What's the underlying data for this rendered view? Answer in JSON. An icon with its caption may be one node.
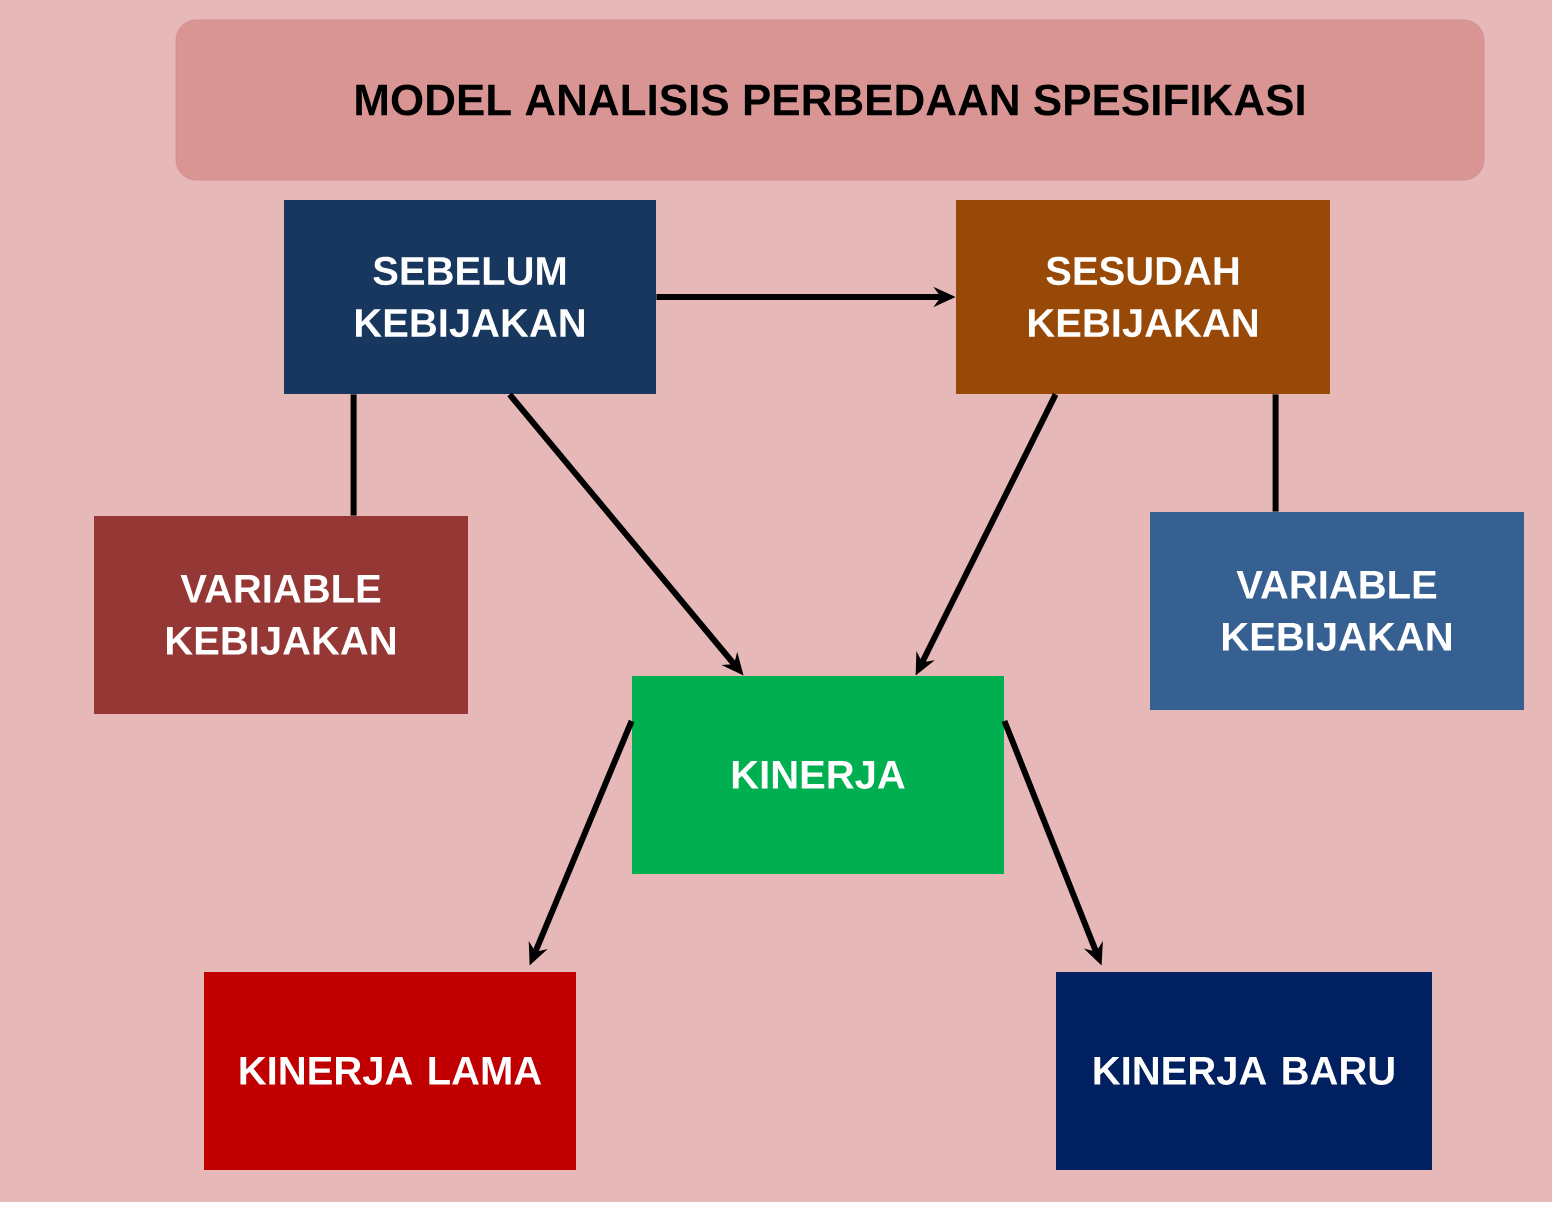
{
  "diagram": {
    "title": "MODEL ANALISIS PERBEDAAN SPESIFIKASI",
    "nodes": [
      {
        "text": [
          "SEBELUM KEBIJAKAN"
        ]
      },
      {
        "text": [
          "SESUDAH KEBIJAKAN"
        ]
      },
      {
        "text": [
          "VARIABLE KEBIJAKAN"
        ]
      },
      {
        "text": [
          "VARIABLE KEBIJAKAN"
        ]
      },
      {
        "text": [
          "KINERJA"
        ]
      },
      {
        "text": [
          "KINERJA LAMA"
        ]
      },
      {
        "text": [
          "KINERJA BARU"
        ]
      }
    ],
    "edges": [
      {
        "from": 0,
        "to": 1,
        "arrow": "to"
      },
      {
        "from": 0,
        "to": 2,
        "arrow": "none"
      },
      {
        "from": 1,
        "to": 3,
        "arrow": "none"
      },
      {
        "from": 0,
        "to": 4,
        "arrow": "to"
      },
      {
        "from": 1,
        "to": 4,
        "arrow": "to"
      },
      {
        "from": 4,
        "to": 5,
        "arrow": "to"
      },
      {
        "from": 4,
        "to": 6,
        "arrow": "to"
      }
    ]
  }
}
